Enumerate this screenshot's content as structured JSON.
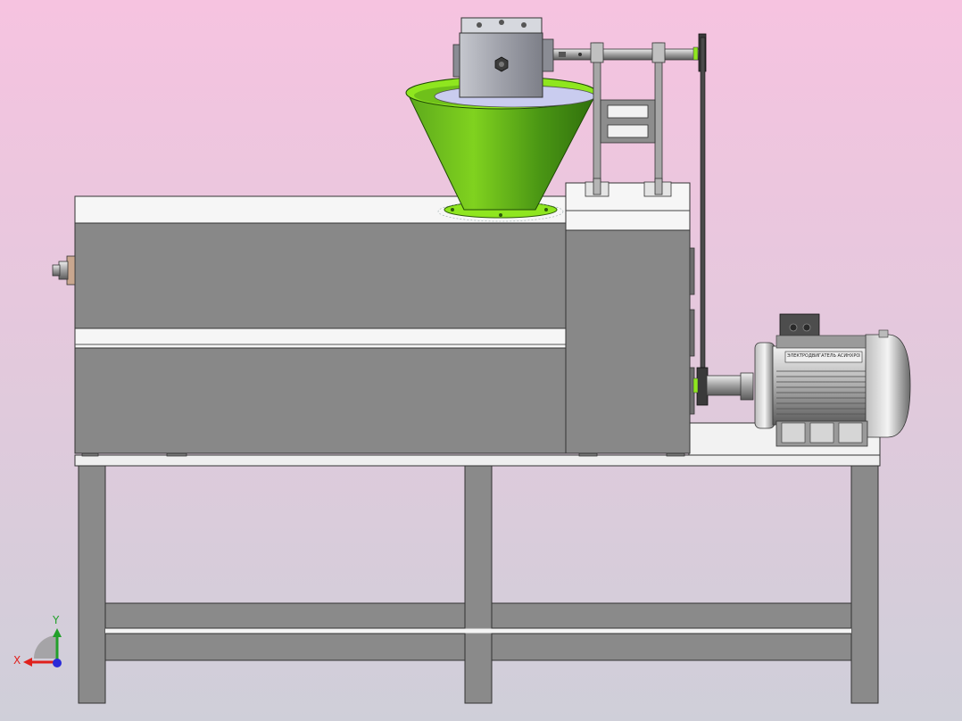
{
  "viewport": {
    "background_top": "#f6c3e0",
    "background_bottom": "#cfcfd9"
  },
  "model": {
    "parts": [
      "frame-table",
      "press-body",
      "feed-hopper",
      "gearbox",
      "drive-belt",
      "electric-motor"
    ],
    "colors": {
      "body_gray": "#888888",
      "plate_white": "#f4f4f4",
      "hopper_green": "#3f8f0f",
      "hopper_green_light": "#8fe61f",
      "motor_steel": "#c8c8c8",
      "gearbox": "#9a9ca4"
    },
    "motor_plate_text": "ЭЛЕКТРОДВИГАТЕЛЬ АСИНХРОННЫЙ ТРЁХФАЗНЫЙ"
  },
  "triad": {
    "x_label": "X",
    "y_label": "Y",
    "x_color": "#e0201c",
    "y_color": "#22a02a",
    "z_color": "#2a2ad8"
  }
}
